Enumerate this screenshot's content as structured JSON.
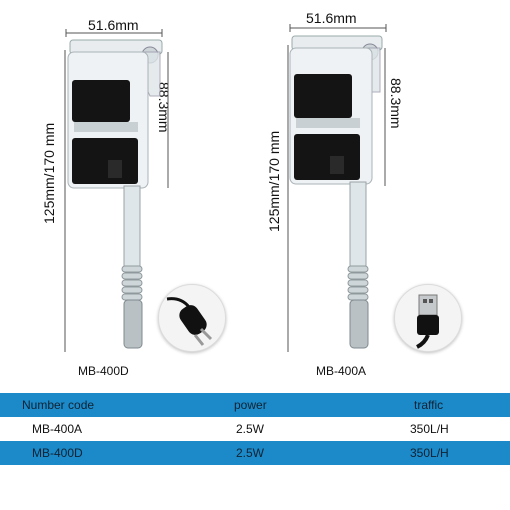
{
  "products": [
    {
      "model": "MB-400D",
      "width": "51.6mm",
      "height_total": "125mm/170 mm",
      "height_body": "88.3mm",
      "plug_icon": "eu-plug-icon"
    },
    {
      "model": "MB-400A",
      "width": "51.6mm",
      "height_total": "125mm/170 mm",
      "height_body": "88.3mm",
      "plug_icon": "usb-plug-icon"
    }
  ],
  "table": {
    "headers": [
      "Number code",
      "power",
      "traffic"
    ],
    "rows": [
      [
        "MB-400A",
        "2.5W",
        "350L/H"
      ],
      [
        "MB-400D",
        "2.5W",
        "350L/H"
      ]
    ]
  },
  "colors": {
    "table_header": "#1c8ac8",
    "filter_box": "#111111"
  }
}
